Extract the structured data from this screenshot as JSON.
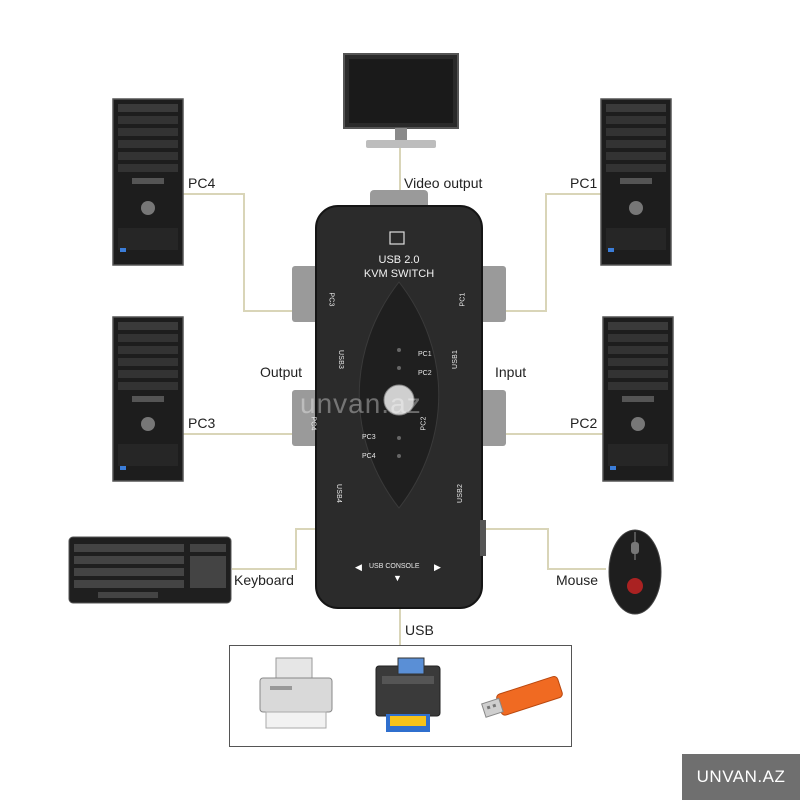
{
  "labels": {
    "video_output": "Video output",
    "pc1": "PC1",
    "pc2": "PC2",
    "pc3": "PC3",
    "pc4": "PC4",
    "output": "Output",
    "input": "Input",
    "keyboard": "Keyboard",
    "mouse": "Mouse",
    "usb": "USB"
  },
  "switch": {
    "title_line1": "USB 2.0",
    "title_line2": "KVM SWITCH",
    "side_pc1": "PC1",
    "side_pc2": "PC2",
    "side_pc3": "PC3",
    "side_pc4": "PC4",
    "side_usb1": "USB1",
    "side_usb2": "USB2",
    "side_usb3": "USB3",
    "side_usb4": "USB4",
    "led_pc1": "PC1",
    "led_pc2": "PC2",
    "led_pc3": "PC3",
    "led_pc4": "PC4",
    "console": "USB CONSOLE"
  },
  "watermark": {
    "corner": "UNVAN.AZ",
    "center": "unvan.az"
  },
  "colors": {
    "wire": "#d9d5b8",
    "device_body": "#1c1c1c",
    "switch_body": "#2b2b2b"
  }
}
